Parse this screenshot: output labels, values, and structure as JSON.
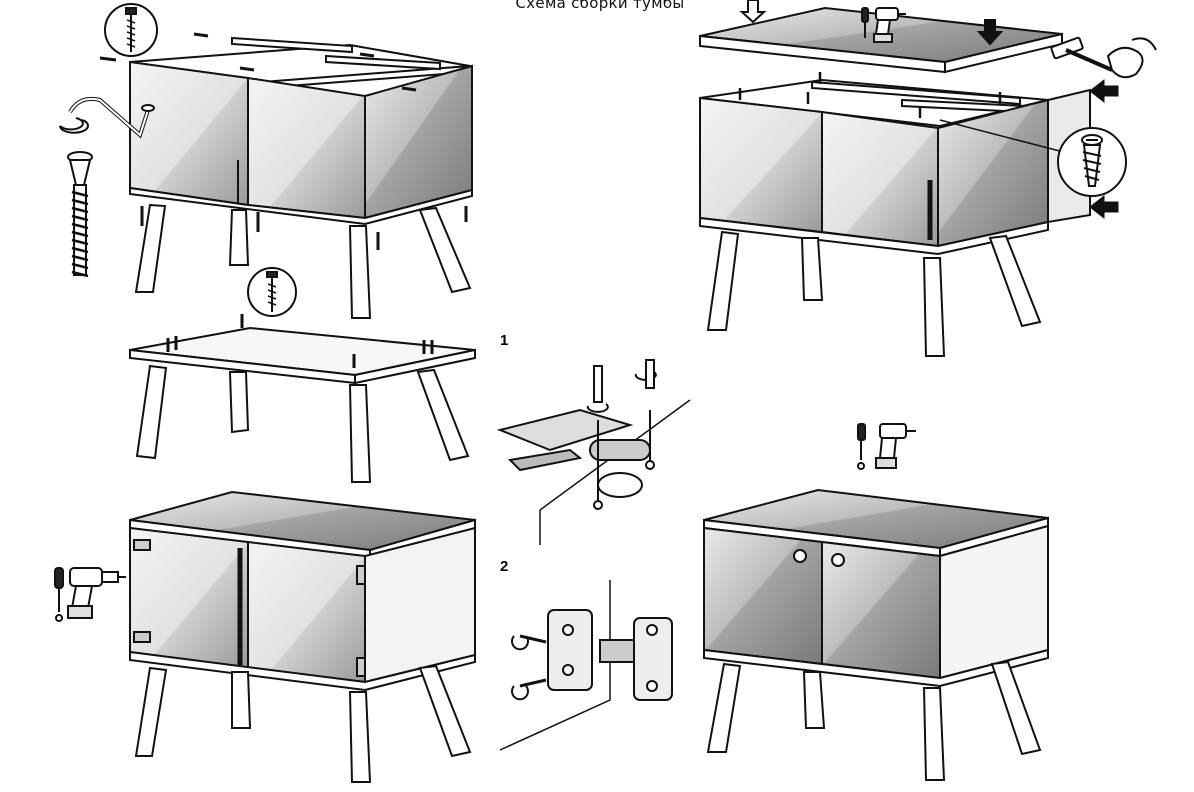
{
  "title": "Схема сборки тумбы",
  "steps": {
    "hinge_step_1": "1",
    "hinge_step_2": "2"
  },
  "colors": {
    "line": "#111111",
    "panel_light": "#f2f2f2",
    "panel_mid": "#c8c8c8",
    "panel_dark": "#8a8a8a",
    "background": "#ffffff"
  },
  "icons": [
    "screw-icon",
    "confirmat-screw-icon",
    "hex-key-icon",
    "screwdriver-icon",
    "cordless-drill-icon",
    "hammer-icon",
    "push-arrow-icon",
    "rotate-arrow-icon",
    "cabinet-hinge-icon",
    "door-knob-icon"
  ]
}
